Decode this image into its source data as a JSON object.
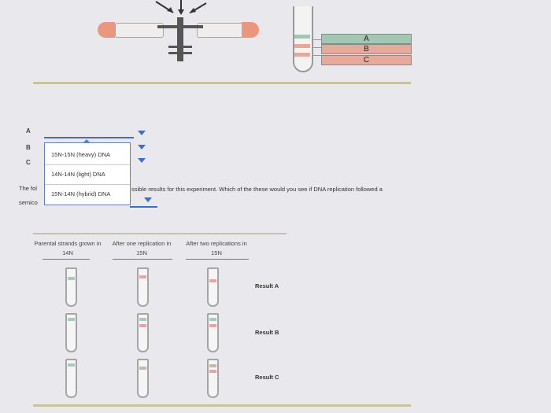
{
  "band_labels": [
    "A",
    "B",
    "C"
  ],
  "row_letters": [
    "A",
    "B",
    "C"
  ],
  "dropdown_options": [
    "15N-15N (heavy) DNA",
    "14N-14N (light) DNA",
    "15N-14N (hybrid) DNA"
  ],
  "question": {
    "prefix": "The fol",
    "continuation": "ssible results for this experiment. Which of the these would you see if DNA replication followed a",
    "second_prefix": "semico"
  },
  "columns": [
    "Parental strands grown in 14N",
    "After one replication in 15N",
    "After two replications in 15N"
  ],
  "results": [
    "Result A",
    "Result B",
    "Result C"
  ],
  "colors": {
    "cap": "#e9977f",
    "band_a": "#9fc9b2",
    "band_b": "#e6a99a",
    "band_c": "#e6a99a",
    "heavy": "#a9cbbd",
    "light": "#e6a4a4",
    "hybrid": "#c7b9a8",
    "dropdown_accent": "#3a6fc4"
  }
}
